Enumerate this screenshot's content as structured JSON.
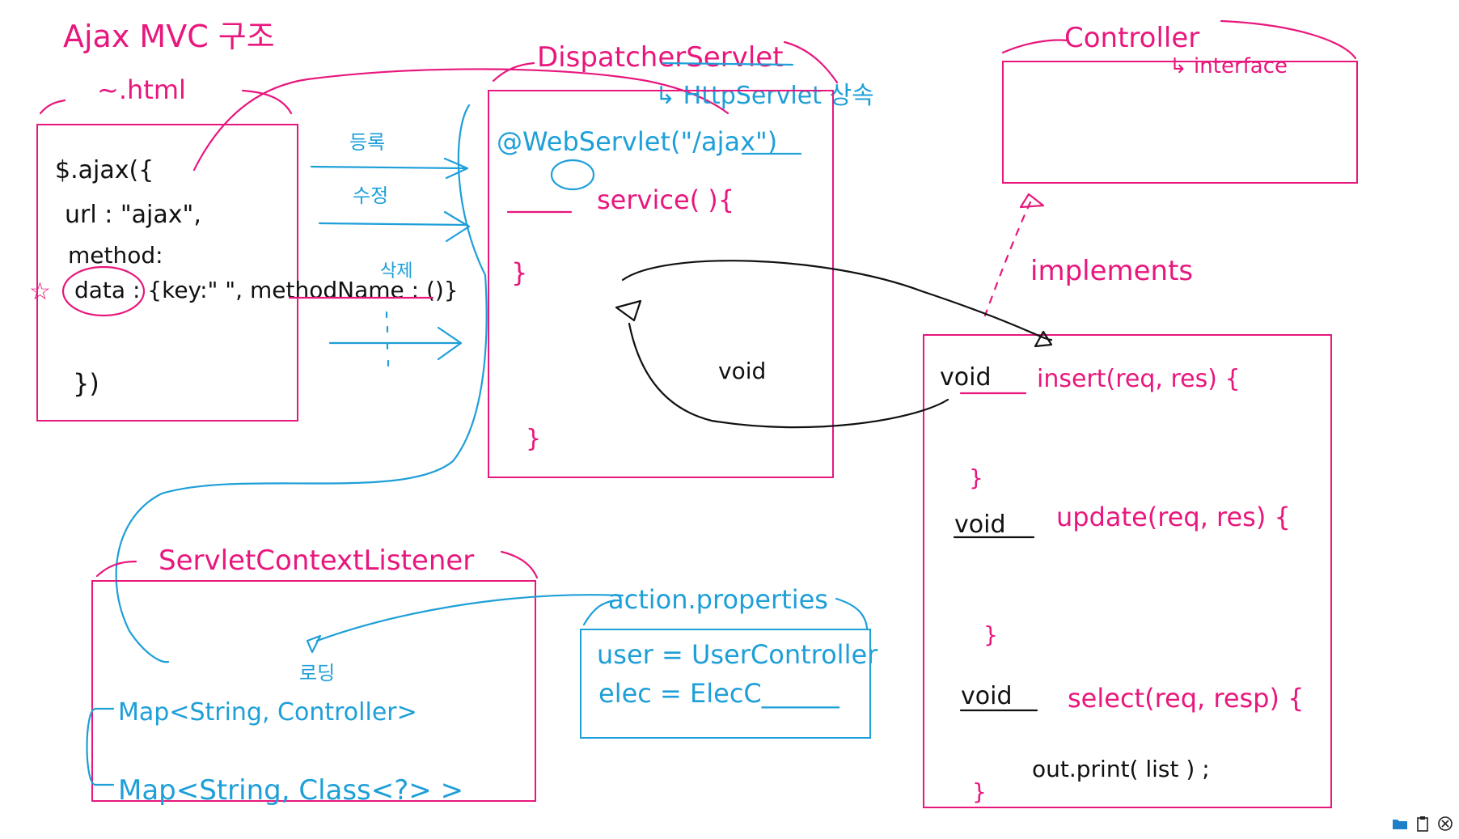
{
  "title": "Ajax MVC 구조",
  "html_box": {
    "label": "~.html",
    "lines": [
      "$.ajax({",
      "url : \"ajax\",",
      "method:",
      "data : {key:\" \", methodName : ()}",
      "})"
    ],
    "star": "☆"
  },
  "arrow_labels": {
    "register": "등록",
    "modify": "수정",
    "delete": "삭제"
  },
  "dispatcher": {
    "label": "DispatcherServlet",
    "extends": "↳ HttpServlet 상속",
    "annotation": "@WebServlet(\"/ajax\")",
    "service": "service(        ){",
    "close_paren": "}",
    "close_brace": "}"
  },
  "controller": {
    "label": "Controller",
    "sub": "↳ interface"
  },
  "implements_label": "implements",
  "return_label": "void",
  "impl_box": {
    "methods": [
      {
        "ret": "void",
        "sig": "insert(req, res) {",
        "close": "}"
      },
      {
        "ret": "void",
        "sig": "update(req, res) {",
        "close": "}"
      },
      {
        "ret": "void",
        "sig": "select(req, resp) {",
        "close": "}"
      }
    ],
    "print": "out.print( list ) ;"
  },
  "listener": {
    "label": "ServletContextListener",
    "load_label": "로딩",
    "maps": [
      "Map<String, Controller>",
      "Map<String, Class<?> >"
    ]
  },
  "properties": {
    "label": "action.properties",
    "lines": [
      "user = UserController",
      "elec = ElecC______"
    ]
  },
  "colors": {
    "pink": "#e8177d",
    "blue": "#1e9fd8",
    "black": "#111111"
  },
  "tray_icons": [
    "folder-icon",
    "clipboard-icon",
    "close-icon"
  ]
}
